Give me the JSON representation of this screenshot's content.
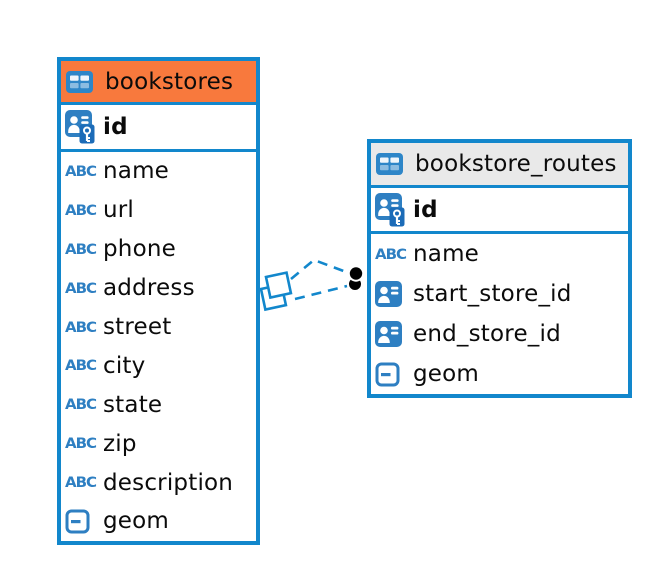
{
  "diagram": {
    "type_icon_label": "ABC",
    "tables": [
      {
        "name": "bookstores",
        "header_color": "#F8793D",
        "columns": [
          {
            "name": "id",
            "type": "primary-key"
          },
          {
            "name": "name",
            "type": "string"
          },
          {
            "name": "url",
            "type": "string"
          },
          {
            "name": "phone",
            "type": "string"
          },
          {
            "name": "address",
            "type": "string"
          },
          {
            "name": "street",
            "type": "string"
          },
          {
            "name": "city",
            "type": "string"
          },
          {
            "name": "state",
            "type": "string"
          },
          {
            "name": "zip",
            "type": "string"
          },
          {
            "name": "description",
            "type": "string"
          },
          {
            "name": "geom",
            "type": "geometry"
          }
        ]
      },
      {
        "name": "bookstore_routes",
        "header_color": "#E9E9E9",
        "columns": [
          {
            "name": "id",
            "type": "primary-key"
          },
          {
            "name": "name",
            "type": "string"
          },
          {
            "name": "start_store_id",
            "type": "foreign-key"
          },
          {
            "name": "end_store_id",
            "type": "foreign-key"
          },
          {
            "name": "geom",
            "type": "geometry"
          }
        ]
      }
    ],
    "relationships": [
      {
        "from_table": "bookstores",
        "to_table": "bookstore_routes",
        "style": "dashed"
      },
      {
        "from_table": "bookstores",
        "to_table": "bookstore_routes",
        "style": "dashed"
      }
    ],
    "colors": {
      "table_border": "#1287CC",
      "connector": "#1287CC",
      "icon_blue": "#2E7FC2",
      "orange_header": "#F8793D",
      "gray_header": "#E9E9E9"
    }
  }
}
